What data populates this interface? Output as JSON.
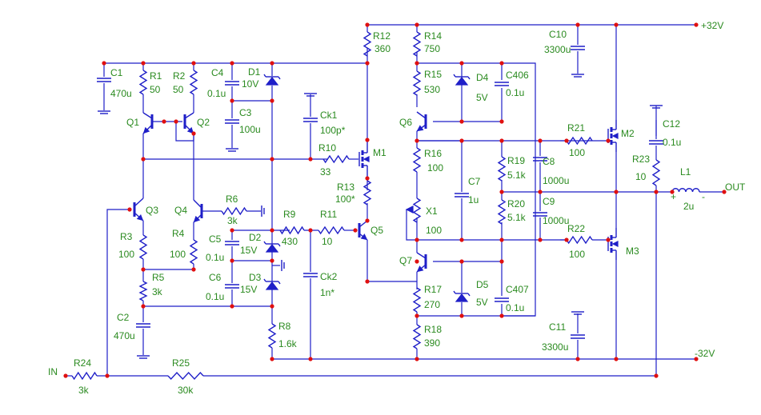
{
  "supplies": {
    "pos": "+32V",
    "neg": "-32V"
  },
  "ports": {
    "input": "IN",
    "output": "OUT"
  },
  "marks": {
    "plus": "+",
    "minus": "-"
  },
  "components": [
    {
      "ref": "C1",
      "value": "470u"
    },
    {
      "ref": "R1",
      "value": "50"
    },
    {
      "ref": "R2",
      "value": "50"
    },
    {
      "ref": "C4",
      "value": "0.1u"
    },
    {
      "ref": "D1",
      "value": "10V"
    },
    {
      "ref": "C3",
      "value": "100u"
    },
    {
      "ref": "Ck1",
      "value": "100p*"
    },
    {
      "ref": "R10",
      "value": "33"
    },
    {
      "ref": "M1",
      "value": ""
    },
    {
      "ref": "R12",
      "value": "360"
    },
    {
      "ref": "R13",
      "value": "100*"
    },
    {
      "ref": "Q1",
      "value": ""
    },
    {
      "ref": "Q2",
      "value": ""
    },
    {
      "ref": "Q3",
      "value": ""
    },
    {
      "ref": "Q4",
      "value": ""
    },
    {
      "ref": "R6",
      "value": "3k"
    },
    {
      "ref": "R3",
      "value": "100"
    },
    {
      "ref": "R4",
      "value": "100"
    },
    {
      "ref": "R5",
      "value": "3k"
    },
    {
      "ref": "C2",
      "value": "470u"
    },
    {
      "ref": "C5",
      "value": "0.1u"
    },
    {
      "ref": "D2",
      "value": "15V"
    },
    {
      "ref": "C6",
      "value": "0.1u"
    },
    {
      "ref": "D3",
      "value": "15V"
    },
    {
      "ref": "R9",
      "value": "430"
    },
    {
      "ref": "R11",
      "value": "10"
    },
    {
      "ref": "Ck2",
      "value": "1n*"
    },
    {
      "ref": "R8",
      "value": "1.6k"
    },
    {
      "ref": "Q5",
      "value": ""
    },
    {
      "ref": "R24",
      "value": "3k"
    },
    {
      "ref": "R25",
      "value": "30k"
    },
    {
      "ref": "R14",
      "value": "750"
    },
    {
      "ref": "R15",
      "value": "530"
    },
    {
      "ref": "D4",
      "value": "5V"
    },
    {
      "ref": "C406",
      "value": "0.1u"
    },
    {
      "ref": "Q6",
      "value": ""
    },
    {
      "ref": "R16",
      "value": "100"
    },
    {
      "ref": "C7",
      "value": "1u"
    },
    {
      "ref": "R19",
      "value": "5.1k"
    },
    {
      "ref": "R20",
      "value": "5.1k"
    },
    {
      "ref": "X1",
      "value": "100"
    },
    {
      "ref": "Q7",
      "value": ""
    },
    {
      "ref": "R17",
      "value": "270"
    },
    {
      "ref": "D5",
      "value": "5V"
    },
    {
      "ref": "C407",
      "value": "0.1u"
    },
    {
      "ref": "R18",
      "value": "390"
    },
    {
      "ref": "C8",
      "value": "1000u"
    },
    {
      "ref": "C9",
      "value": "1000u"
    },
    {
      "ref": "C10",
      "value": "3300u"
    },
    {
      "ref": "C11",
      "value": "3300u"
    },
    {
      "ref": "R21",
      "value": "100"
    },
    {
      "ref": "R22",
      "value": "100"
    },
    {
      "ref": "M2",
      "value": ""
    },
    {
      "ref": "M3",
      "value": ""
    },
    {
      "ref": "C12",
      "value": "0.1u"
    },
    {
      "ref": "R23",
      "value": "10"
    },
    {
      "ref": "L1",
      "value": "2u"
    }
  ]
}
